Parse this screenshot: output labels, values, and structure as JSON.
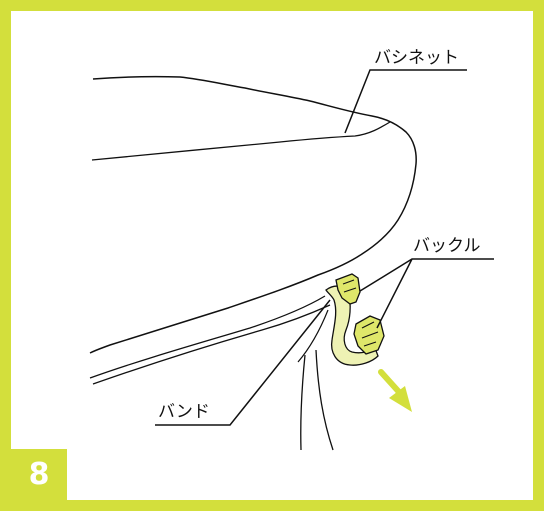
{
  "step_number": "8",
  "labels": {
    "bassinet": "バシネット",
    "buckle": "バックル",
    "band": "バンド"
  },
  "colors": {
    "accent": "#d3df3c",
    "buckle_fill": "#dfe76a",
    "band_fill": "#eef2b4",
    "line": "#111111"
  },
  "icons": {
    "direction_arrow": "arrow-down-right-icon"
  }
}
